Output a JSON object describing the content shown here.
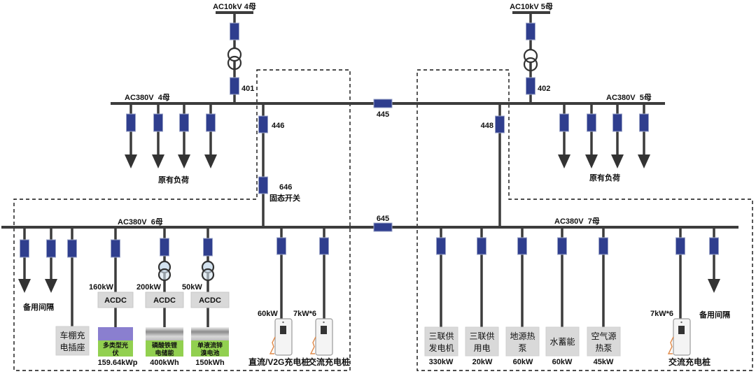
{
  "colors": {
    "line": "#3c3c3c",
    "breaker": "#2f3e8e",
    "transformer_fill": "#d3e2ef",
    "converter_box": "#d9d9d9",
    "storage_label_green": "#92d050",
    "pv_panel": "#8a7fcf",
    "charger_cable": "#e08a4a"
  },
  "buses": {
    "ac10kv_4": "AC10kV 4母",
    "ac10kv_5": "AC10kV 5母",
    "ac380v_4": "AC380V  4母",
    "ac380v_5": "AC380V  5母",
    "ac380v_6": "AC380V  6母",
    "ac380v_7": "AC380V  7母"
  },
  "switches": {
    "s401": "401",
    "s402": "402",
    "s445": "445",
    "s446": "446",
    "s448": "448",
    "s646": "646",
    "s646_note": "固态开关",
    "s645": "645"
  },
  "bus4": {
    "load_label": "原有负荷"
  },
  "bus5": {
    "load_label": "原有负荷"
  },
  "bus6": {
    "spare_label": "备用间隔",
    "carport_socket": {
      "lines": [
        "车棚充",
        "电插座"
      ]
    },
    "pv": {
      "power": "160kW",
      "converter": "ACDC",
      "lines": [
        "多类型光",
        "伏"
      ],
      "capacity": "159.64kWp"
    },
    "lfp_storage": {
      "power": "200kW",
      "converter": "ACDC",
      "lines": [
        "磷酸铁锂",
        "电储能"
      ],
      "capacity": "400kWh"
    },
    "znbr_storage": {
      "power": "50kW",
      "converter": "ACDC",
      "lines": [
        "单液流锌",
        "溴电池"
      ],
      "capacity": "150kWh"
    },
    "dc_charger": {
      "power": "60kW",
      "label": "直流/V2G充电桩"
    },
    "ac_charger": {
      "power": "7kW*6",
      "label": "交流充电桩"
    }
  },
  "bus7": {
    "loads": [
      {
        "lines": [
          "三联供",
          "发电机"
        ],
        "power": "330kW"
      },
      {
        "lines": [
          "三联供",
          "用电"
        ],
        "power": "20kW"
      },
      {
        "lines": [
          "地源热",
          "泵"
        ],
        "power": "60kW"
      },
      {
        "lines": [
          "水蓄能"
        ],
        "power": "60kW"
      },
      {
        "lines": [
          "空气源",
          "热泵"
        ],
        "power": "45kW"
      }
    ],
    "ac_charger": {
      "power": "7kW*6",
      "label": "交流充电桩"
    },
    "spare_label": "备用间隔"
  }
}
